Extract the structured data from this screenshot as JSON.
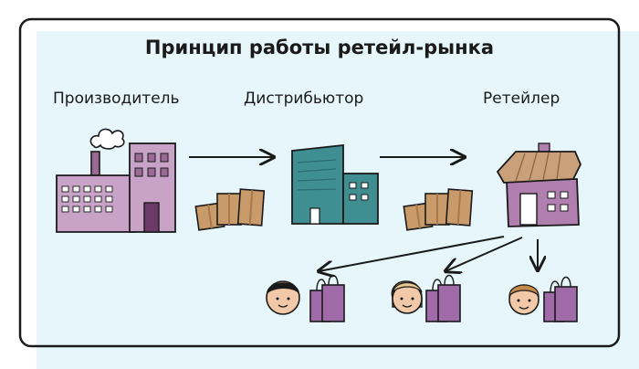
{
  "title": "Принцип работы ретейл-рынка",
  "stages": {
    "producer": "Производитель",
    "distributor": "Дистрибьютор",
    "retailer": "Ретейлер"
  },
  "colors": {
    "panel": "#e6f6fb",
    "frame": "#1a1a1a",
    "factory": "#c9a3c7",
    "factory_dark": "#9a6a97",
    "distributor_building": "#3f8e92",
    "shop_wall": "#b07fb0",
    "awning": "#c9a07a",
    "box": "#c99a6a",
    "box_dark": "#a8794d",
    "bag": "#a06aa8",
    "skin": "#f2c9a8"
  },
  "icons": [
    "factory-icon",
    "smoke-icon",
    "boxes-icon",
    "distributor-building-icon",
    "shop-icon",
    "customer-face-icon",
    "shopping-bag-icon",
    "arrow-icon"
  ]
}
